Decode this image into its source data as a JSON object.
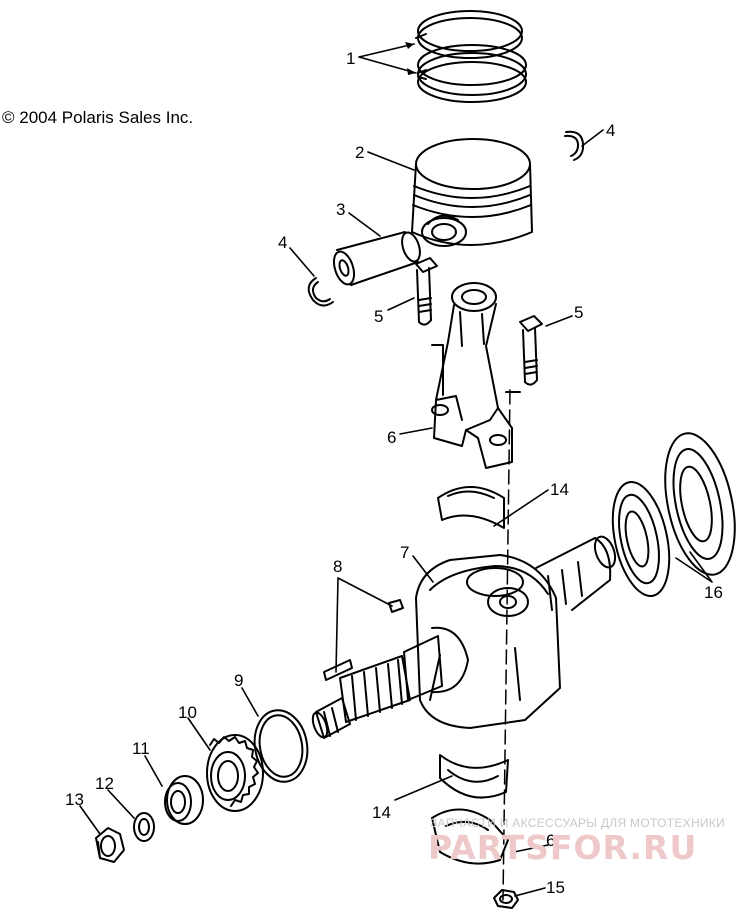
{
  "copyright": "© 2004 Polaris Sales Inc.",
  "callouts": {
    "c1": "1",
    "c2": "2",
    "c3": "3",
    "c4a": "4",
    "c4b": "4",
    "c5a": "5",
    "c5b": "5",
    "c6a": "6",
    "c6b": "6",
    "c7": "7",
    "c8": "8",
    "c9": "9",
    "c10": "10",
    "c11": "11",
    "c12": "12",
    "c13": "13",
    "c14a": "14",
    "c14b": "14",
    "c15": "15",
    "c16": "16"
  },
  "watermark": {
    "top": "ЗАПЧАСТИ И АКСЕССУАРЫ ДЛЯ МОТОТЕХНИКИ",
    "main": "PARTSFOR.RU"
  }
}
